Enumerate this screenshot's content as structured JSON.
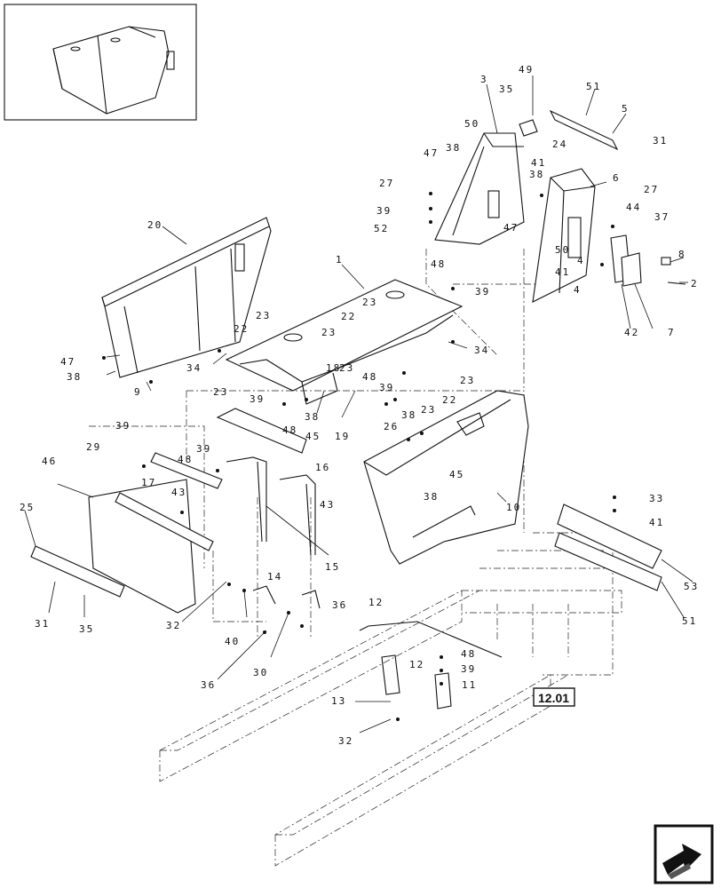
{
  "reference_box": {
    "label": "12.01"
  },
  "nav_icon": {
    "name": "next-page-arrow-icon"
  },
  "callouts": [
    {
      "id": "c1",
      "text": "1"
    },
    {
      "id": "c2",
      "text": "2"
    },
    {
      "id": "c3",
      "text": "3"
    },
    {
      "id": "c4a",
      "text": "4"
    },
    {
      "id": "c5",
      "text": "5"
    },
    {
      "id": "c6",
      "text": "6"
    },
    {
      "id": "c7",
      "text": "7"
    },
    {
      "id": "c8",
      "text": "8"
    },
    {
      "id": "c9",
      "text": "9"
    },
    {
      "id": "c10",
      "text": "10"
    },
    {
      "id": "c11",
      "text": "11"
    },
    {
      "id": "c12a",
      "text": "12"
    },
    {
      "id": "c12b",
      "text": "12"
    },
    {
      "id": "c13",
      "text": "13"
    },
    {
      "id": "c14",
      "text": "14"
    },
    {
      "id": "c15",
      "text": "15"
    },
    {
      "id": "c16",
      "text": "16"
    },
    {
      "id": "c17",
      "text": "17"
    },
    {
      "id": "c18",
      "text": "18"
    },
    {
      "id": "c19",
      "text": "19"
    },
    {
      "id": "c20",
      "text": "20"
    },
    {
      "id": "c22a",
      "text": "22"
    },
    {
      "id": "c22b",
      "text": "22"
    },
    {
      "id": "c22c",
      "text": "22"
    },
    {
      "id": "c23a",
      "text": "23"
    },
    {
      "id": "c23b",
      "text": "23"
    },
    {
      "id": "c23c",
      "text": "23"
    },
    {
      "id": "c23d",
      "text": "23"
    },
    {
      "id": "c23e",
      "text": "23"
    },
    {
      "id": "c23f",
      "text": "23"
    },
    {
      "id": "c23g",
      "text": "23"
    },
    {
      "id": "c24",
      "text": "24"
    },
    {
      "id": "c25",
      "text": "25"
    },
    {
      "id": "c26",
      "text": "26"
    },
    {
      "id": "c27a",
      "text": "27"
    },
    {
      "id": "c27b",
      "text": "27"
    },
    {
      "id": "c29",
      "text": "29"
    },
    {
      "id": "c30",
      "text": "30"
    },
    {
      "id": "c31a",
      "text": "31"
    },
    {
      "id": "c31b",
      "text": "31"
    },
    {
      "id": "c32a",
      "text": "32"
    },
    {
      "id": "c32b",
      "text": "32"
    },
    {
      "id": "c33",
      "text": "33"
    },
    {
      "id": "c34a",
      "text": "34"
    },
    {
      "id": "c34b",
      "text": "34"
    },
    {
      "id": "c35a",
      "text": "35"
    },
    {
      "id": "c35b",
      "text": "35"
    },
    {
      "id": "c36a",
      "text": "36"
    },
    {
      "id": "c36b",
      "text": "36"
    },
    {
      "id": "c37",
      "text": "37"
    },
    {
      "id": "c38a",
      "text": "38"
    },
    {
      "id": "c38b",
      "text": "38"
    },
    {
      "id": "c38c",
      "text": "38"
    },
    {
      "id": "c38d",
      "text": "38"
    },
    {
      "id": "c38e",
      "text": "38"
    },
    {
      "id": "c38f",
      "text": "38"
    },
    {
      "id": "c39a",
      "text": "39"
    },
    {
      "id": "c39b",
      "text": "39"
    },
    {
      "id": "c39c",
      "text": "39"
    },
    {
      "id": "c39d",
      "text": "39"
    },
    {
      "id": "c39e",
      "text": "39"
    },
    {
      "id": "c39f",
      "text": "39"
    },
    {
      "id": "c39g",
      "text": "39"
    },
    {
      "id": "c40",
      "text": "40"
    },
    {
      "id": "c41a",
      "text": "41"
    },
    {
      "id": "c41b",
      "text": "41"
    },
    {
      "id": "c41c",
      "text": "41"
    },
    {
      "id": "c42",
      "text": "42"
    },
    {
      "id": "c43a",
      "text": "43"
    },
    {
      "id": "c43b",
      "text": "43"
    },
    {
      "id": "c44",
      "text": "44"
    },
    {
      "id": "c45a",
      "text": "45"
    },
    {
      "id": "c45b",
      "text": "45"
    },
    {
      "id": "c46",
      "text": "46"
    },
    {
      "id": "c47a",
      "text": "47"
    },
    {
      "id": "c47b",
      "text": "47"
    },
    {
      "id": "c47c",
      "text": "47"
    },
    {
      "id": "c48a",
      "text": "48"
    },
    {
      "id": "c48b",
      "text": "48"
    },
    {
      "id": "c48c",
      "text": "48"
    },
    {
      "id": "c48d",
      "text": "48"
    },
    {
      "id": "c48e",
      "text": "48"
    },
    {
      "id": "c49",
      "text": "49"
    },
    {
      "id": "c50a",
      "text": "50"
    },
    {
      "id": "c50b",
      "text": "50"
    },
    {
      "id": "c51a",
      "text": "51"
    },
    {
      "id": "c51b",
      "text": "51"
    },
    {
      "id": "c52",
      "text": "52"
    },
    {
      "id": "c53",
      "text": "53"
    },
    {
      "id": "c4b",
      "text": "4"
    }
  ]
}
